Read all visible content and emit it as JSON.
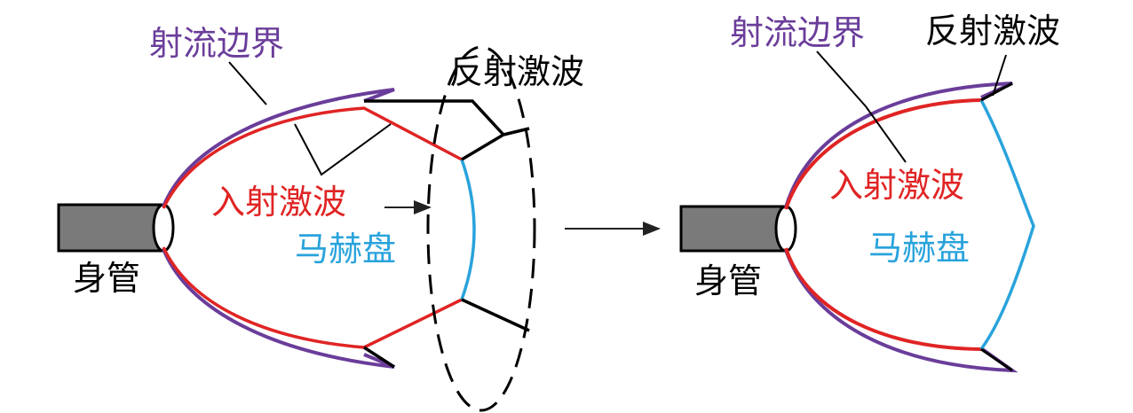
{
  "labels": {
    "jet_boundary": "射流边界",
    "reflected_shock": "反射激波",
    "incident_shock": "入射激波",
    "mach_disk": "马赫盘",
    "nozzle": "身管"
  },
  "colors": {
    "jet_boundary": "#6a3d9a",
    "incident_shock": "#e02424",
    "mach_disk": "#29a3dc",
    "reflected_shock": "#000000",
    "nozzle_fill": "#7a7a7a"
  }
}
